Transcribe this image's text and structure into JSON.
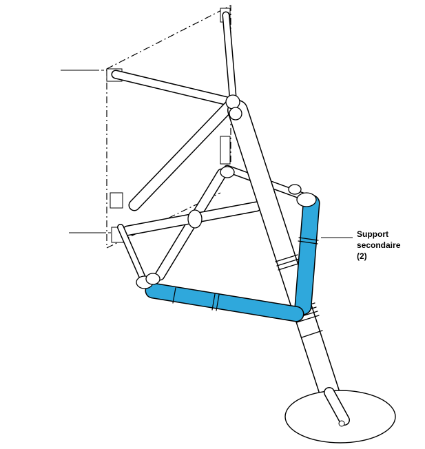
{
  "callout": {
    "line1": "Support",
    "line2": "secondaire",
    "line3": "(2)"
  },
  "colors": {
    "highlight": "#2fa8dc",
    "line": "#000000",
    "background": "#ffffff"
  }
}
